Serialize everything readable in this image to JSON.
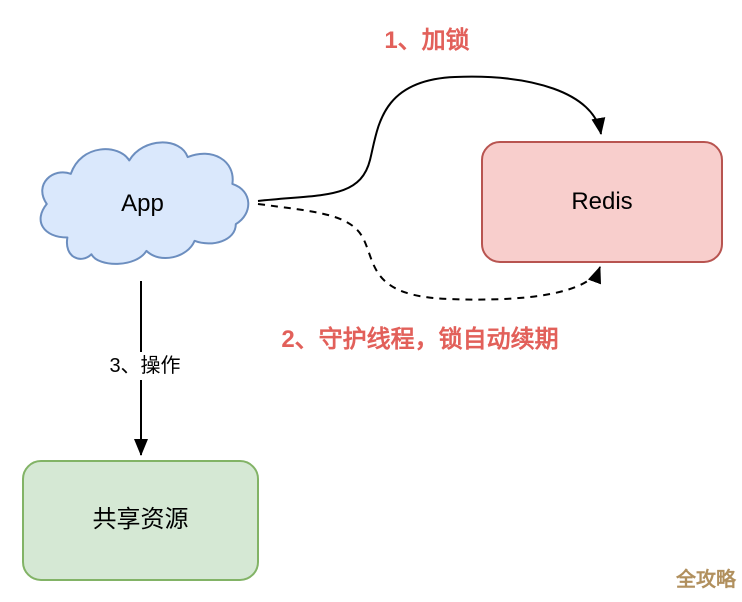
{
  "diagram": {
    "type": "flow-diagram",
    "background": "#ffffff",
    "line_color": "#000000",
    "nodes": {
      "app": {
        "label": "App",
        "shape": "cloud",
        "fill": "#dae8fc",
        "stroke": "#6c8ebf",
        "text_color": "#000000"
      },
      "redis": {
        "label": "Redis",
        "shape": "rounded-rect",
        "fill": "#f8cecc",
        "stroke": "#b85450",
        "text_color": "#000000"
      },
      "shared": {
        "label": "共享资源",
        "shape": "rounded-rect",
        "fill": "#d5e8d4",
        "stroke": "#82b366",
        "text_color": "#000000"
      }
    },
    "edges": [
      {
        "label": "1、加锁",
        "from": "App",
        "to": "Redis",
        "line": "solid",
        "label_color": "#e2605a"
      },
      {
        "label": "2、守护线程，锁自动续期",
        "from": "App",
        "to": "Redis",
        "line": "dashed",
        "label_color": "#e2605a"
      },
      {
        "label": "3、操作",
        "from": "App",
        "to": "共享资源",
        "line": "solid",
        "label_color": "#000000"
      }
    ],
    "watermark": {
      "text": "全攻略",
      "color": "#b1905e"
    }
  }
}
